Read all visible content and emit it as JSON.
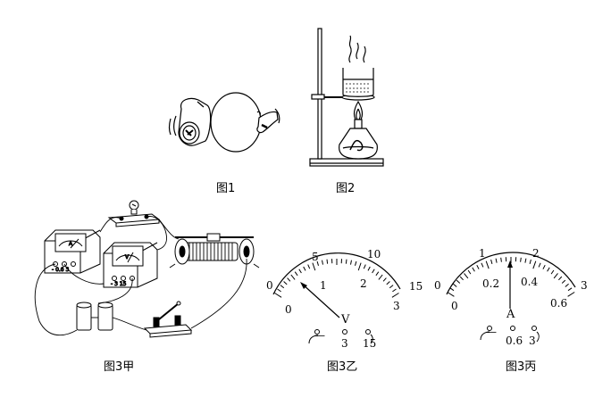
{
  "captions": {
    "fig1": "图1",
    "fig2": "图2",
    "fig3a": "图3甲",
    "fig3b": "图3乙",
    "fig3c": "图3丙"
  },
  "voltmeter": {
    "symbol": "V",
    "upper_scale": [
      "0",
      "5",
      "10",
      "15"
    ],
    "lower_scale": [
      "0",
      "1",
      "2",
      "3"
    ],
    "terminals": [
      "—",
      "3",
      "15"
    ]
  },
  "ammeter": {
    "symbol": "A",
    "upper_scale": [
      "0",
      "1",
      "2",
      "3"
    ],
    "lower_scale": [
      "0",
      "0.2",
      "0.4",
      "0.6"
    ],
    "terminals": [
      "—",
      "0.6",
      "3"
    ]
  },
  "apparatus": {
    "ammeter_face": "A",
    "voltmeter_face": "V",
    "ammeter_terminals": "- 0.6 3",
    "voltmeter_terminals": "- 3 15"
  }
}
